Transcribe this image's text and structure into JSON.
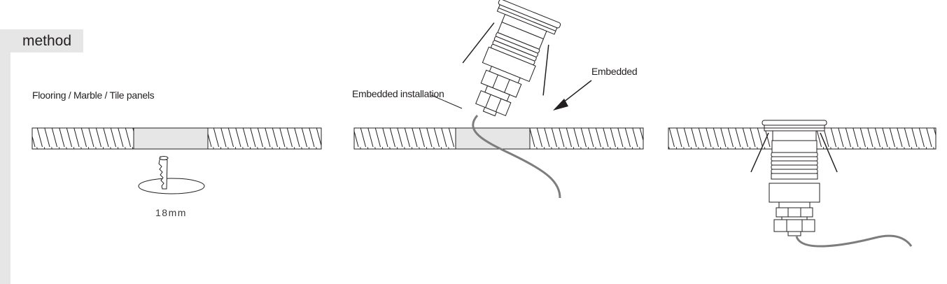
{
  "section": {
    "title": "method"
  },
  "labels": {
    "flooring": "Flooring / Marble / Tile panels",
    "embedded_installation": "Embedded installation",
    "embedded": "Embedded",
    "diameter": "18mm"
  },
  "colors": {
    "ink": "#231f20",
    "panel_gray": "#e6e6e6",
    "cable": "#7d7d7d"
  }
}
